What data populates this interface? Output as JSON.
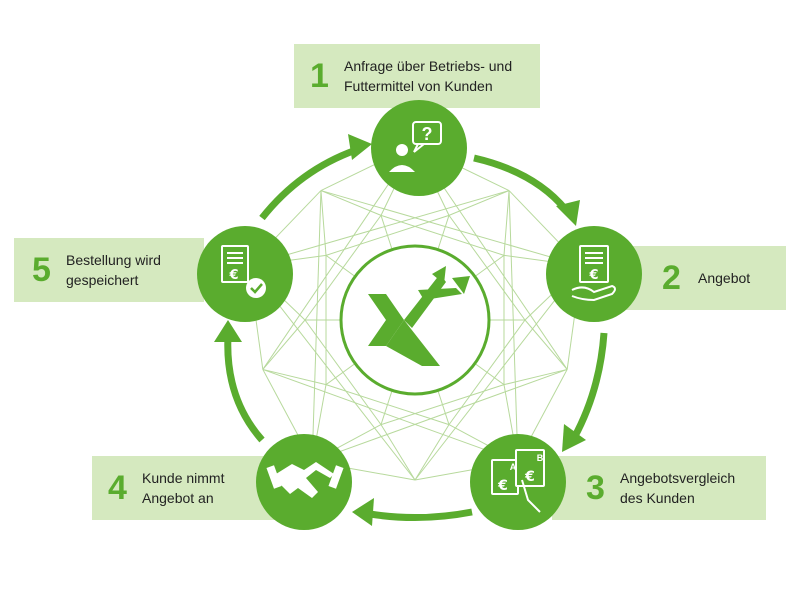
{
  "colors": {
    "primary_green": "#5aac2e",
    "label_background": "#d5e9bf",
    "network_lines": "#b7d99c"
  },
  "steps": [
    {
      "number": "1",
      "lines": [
        "Anfrage über Betriebs- und",
        "Futtermittel von Kunden"
      ],
      "icon": "question-person-icon"
    },
    {
      "number": "2",
      "lines": [
        "Angebot"
      ],
      "icon": "euro-document-hand-icon"
    },
    {
      "number": "3",
      "lines": [
        "Angebotsvergleich",
        "des Kunden"
      ],
      "icon": "compare-offers-icon"
    },
    {
      "number": "4",
      "lines": [
        "Kunde nimmt",
        "Angebot an"
      ],
      "icon": "handshake-icon"
    },
    {
      "number": "5",
      "lines": [
        "Bestellung wird",
        "gespeichert"
      ],
      "icon": "euro-document-check-icon"
    }
  ],
  "center_logo": {
    "icon": "x-arrows-logo-icon"
  }
}
